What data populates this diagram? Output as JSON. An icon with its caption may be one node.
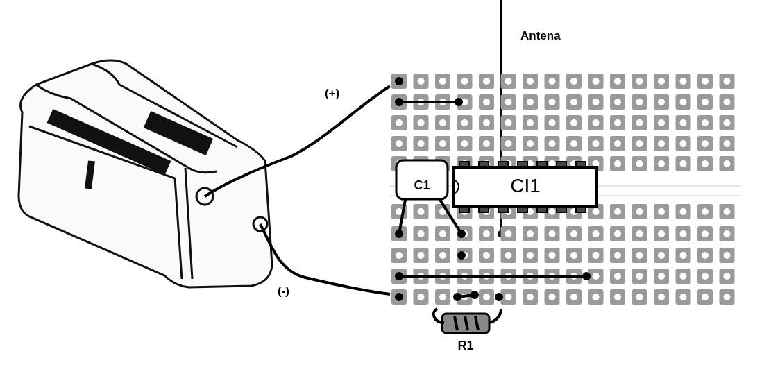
{
  "diagram": {
    "nodes": [
      {
        "text": [],
        "shape": "picture"
      },
      {
        "text": [],
        "shape": "picture"
      },
      {
        "text": [
          "C1"
        ],
        "in": 1
      },
      {
        "text": [
          "CI1"
        ],
        "in": 1
      },
      {
        "text": [
          "R1"
        ]
      }
    ],
    "edges": [
      {
        "from": 0,
        "to": 1,
        "arrow": "none"
      },
      {
        "from": 0,
        "to": 1,
        "arrow": "none"
      },
      {
        "from": 4,
        "to": 1,
        "arrow": "none"
      },
      {
        "from": 4,
        "to": 1,
        "arrow": "none"
      }
    ],
    "labels": [
      "Antena",
      "(+)",
      "(-)"
    ]
  }
}
